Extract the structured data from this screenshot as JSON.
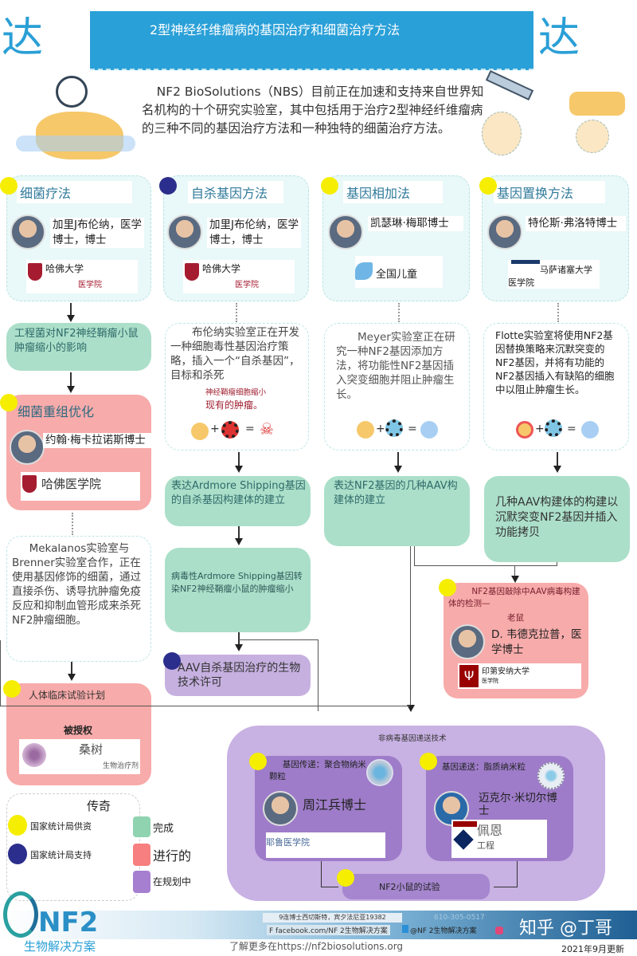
{
  "header": {
    "left_char": "达",
    "title": "2型神经纤维瘤病的基因治疗和细菌治疗方法",
    "right_char": "达"
  },
  "intro": "NF2 BioSolutions（NBS）目前正在加速和支持来自世界知名机构的十个研究实验室，其中包括用于治疗2型神经纤维瘤病的三种不同的基因治疗方法和一种独特的细菌治疗方法。",
  "columns": [
    {
      "title": "细菌疗法",
      "person": "加里J布伦纳，医学博士，博士",
      "org": "哈佛大学",
      "org_sub": "医学院",
      "dot": "yellow"
    },
    {
      "title": "自杀基因方法",
      "person": "加里J布伦纳，医学博士，博士",
      "org": "哈佛大学",
      "org_sub": "医学院",
      "dot": "navy"
    },
    {
      "title": "基因相加法",
      "person": "凯瑟琳·梅耶博士",
      "org": "全国儿童",
      "dot": "yellow"
    },
    {
      "title": "基因置换方法",
      "person": "特伦斯·弗洛特博士",
      "org": "马萨诸塞大学",
      "org_sub": "医学院",
      "dot": "yellow"
    }
  ],
  "col1": {
    "step1": "工程菌对NF2神经鞘瘤小鼠肿瘤缩小的影响",
    "optim_title": "细菌重组优化",
    "optim_person": "约翰·梅卡拉诺斯博士",
    "optim_org": "哈佛医学院",
    "desc": "Mekalanos实验室与Brenner实验室合作，正在使用基因修饰的细菌，通过直接杀伤、诱导抗肿瘤免疫反应和抑制血管形成来杀死NF2肿瘤细胞。",
    "clinical_title": "人体临床试验计划",
    "licensed": "被授权",
    "licensee": "桑树",
    "licensee_sub": "生物治疗剂"
  },
  "col2": {
    "desc": "布伦纳实验室正在开发一种细胞毒性基因治疗策略，插入一个“自杀基因”，目标和杀死",
    "desc_red1": "神经鞘瘤细胞缩小",
    "desc_red2": "现有的肿瘤。",
    "step1": "表达Ardmore Shipping基因的自杀基因构建体的建立",
    "step2": "病毒性Ardmore Shipping基因转染NF2神经鞘瘤小鼠的肿瘤缩小",
    "step3": "AAV自杀基因治疗的生物技术许可"
  },
  "col3": {
    "desc": "Meyer实验室正在研究一种NF2基因添加方法，将功能性NF2基因插入突变细胞并阻止肿瘤生长。",
    "step1": "表达NF2基因的几种AAV构建体的建立"
  },
  "col4": {
    "desc": "Flotte实验室将使用NF2基因替换策略来沉默突变的NF2基因，并将有功能的NF2基因插入有缺陷的细胞中以阻止肿瘤生长。",
    "step1": "几种AAV构建体的构建以沉默突变NF2基因并插入功能拷贝"
  },
  "mouse_box": {
    "title": "NF2基因敲除中AAV病毒构建体的检测—",
    "subtitle": "老鼠",
    "person": "D. 韦德克拉普，医学博士",
    "org": "印第安纳大学",
    "org_sub": "医学院"
  },
  "nonviral": {
    "title": "非病毒基因递送技术",
    "left": {
      "title": "基因传递：聚合物纳米颗粒",
      "person": "周江兵博士",
      "org": "耶鲁医学院"
    },
    "right": {
      "title": "基因递送：脂质纳米粒",
      "person": "迈克尔·米切尔博士",
      "org": "佩恩",
      "org_sub": "工程"
    },
    "trial": "NF2小鼠的试验"
  },
  "legend": {
    "title": "传奇",
    "items": [
      {
        "label": "国家统计局供资",
        "color": "#f6ee00"
      },
      {
        "label": "国家统计局支持",
        "color": "#2b2e8c"
      },
      {
        "label": "完成",
        "color": "#8fd3b0"
      },
      {
        "label": "进行的",
        "color": "#f77f7f"
      },
      {
        "label": "在规划中",
        "color": "#a77fd0"
      }
    ]
  },
  "footer": {
    "logo_text": "NF2",
    "logo_sub": "生物解决方案",
    "address": "9连博士西切斯特，宾夕法尼亚19382",
    "facebook": "F facebook.com/NF 2生物解决方案",
    "twitter": "@NF 2生物解决方案",
    "phone": "610-305-0517",
    "watermark": "知乎 @丁哥",
    "more": "了解更多在https://nf2biosolutions.org",
    "updated": "2021年9月更新"
  },
  "colors": {
    "header": "#2aa0d8",
    "completed": "#abdfc9",
    "in_progress": "#f7abaa",
    "planned": "#c6b0e0",
    "funded_dot": "#f6ee00",
    "supported_dot": "#2b2e8c"
  }
}
